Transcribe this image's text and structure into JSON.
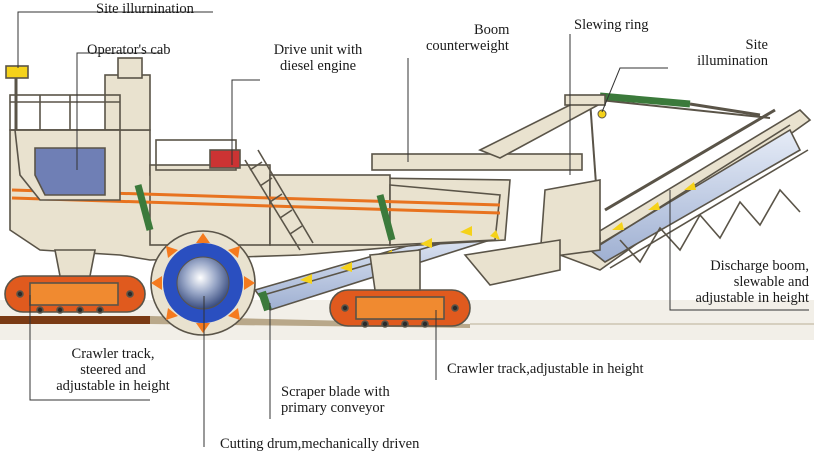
{
  "labels": {
    "site_illumination_left": "Site illurnination",
    "operators_cab": "Operator's cab",
    "drive_unit_l1": "Drive unit with",
    "drive_unit_l2": "diesel engine",
    "boom_cw_l1": "Boom",
    "boom_cw_l2": "counterweight",
    "slewing_ring": "Slewing ring",
    "site_illum_right_l1": "Site",
    "site_illum_right_l2": "illumination",
    "discharge_l1": "Discharge boom,",
    "discharge_l2": "slewable and",
    "discharge_l3": "adjustable in height",
    "crawler_left_l1": "Crawler track,",
    "crawler_left_l2": "steered and",
    "crawler_left_l3": "adjustable in height",
    "scraper_l1": "Scraper blade with",
    "scraper_l2": "primary conveyor",
    "crawler_right": "Crawler track,adjustable in height",
    "cutting_drum": "Cutting drum,mechanically driven"
  },
  "colors": {
    "body": "#e9e2cf",
    "outline": "#5a5448",
    "stripe": "#e8731f",
    "track": "#e05a1e",
    "ground": "#7a3a14",
    "conveyor": "#b8c4dc",
    "drum_teeth": "#2a4fc0",
    "arrows": "#f5d21a",
    "green": "#3b7a3b"
  }
}
